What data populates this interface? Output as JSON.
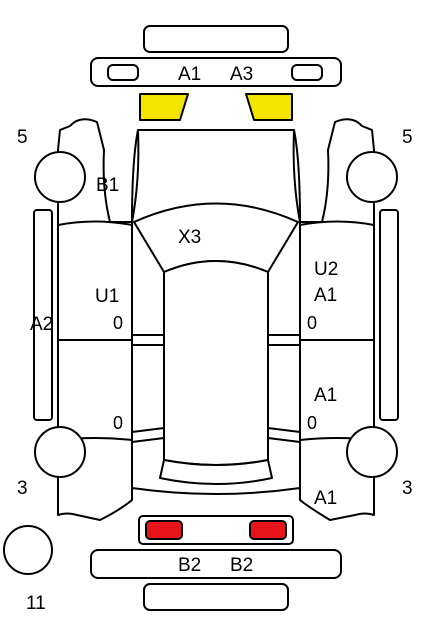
{
  "labels": {
    "front_bumper_left": "A1",
    "front_bumper_right": "A3",
    "left_front_fender": "B1",
    "roof": "X3",
    "left_front_door": "U1",
    "left_side_sill": "A2",
    "right_front_door_1": "U2",
    "right_front_door_2": "A1",
    "right_rear_door": "A1",
    "right_rear_quarter": "A1",
    "rear_bumper_left": "B2",
    "rear_bumper_right": "B2",
    "wheel_front_left": "5",
    "wheel_front_right": "5",
    "wheel_rear_left": "3",
    "wheel_rear_right": "3",
    "spare_tire": "11",
    "left_front_door_mark": "0",
    "left_rear_door_mark": "0",
    "right_front_door_mark": "0",
    "right_rear_door_mark": "0"
  },
  "colors": {
    "headlight": "#f2e600",
    "taillight": "#e8141c",
    "outline": "#000000",
    "background": "#ffffff"
  }
}
